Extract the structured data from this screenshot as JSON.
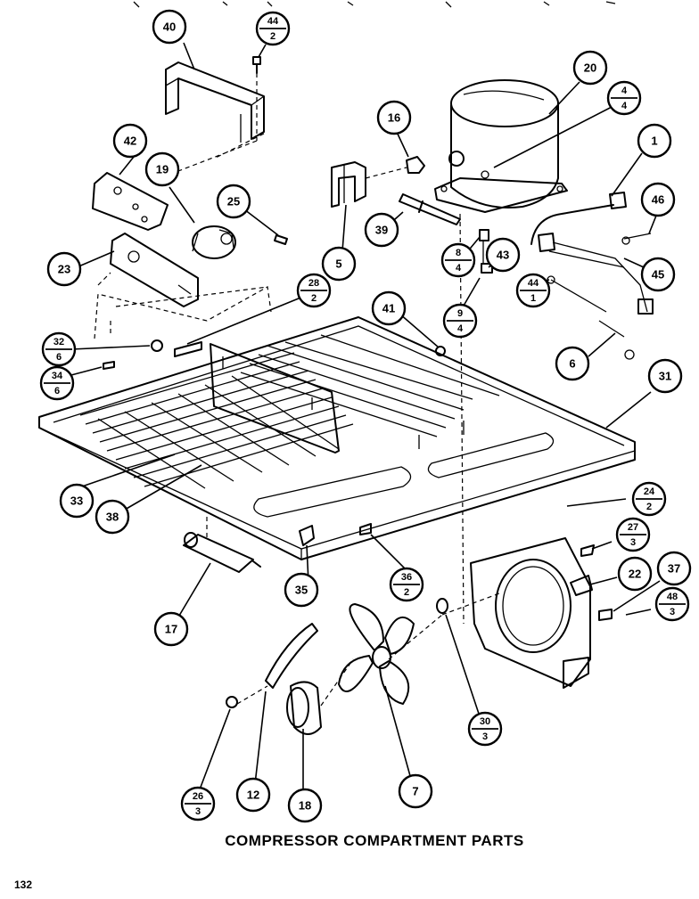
{
  "title": "COMPRESSOR COMPARTMENT PARTS",
  "page_number": "132",
  "callouts": [
    {
      "id": "c40",
      "label": "40"
    },
    {
      "id": "c44-2",
      "label": "44",
      "sub": "2"
    },
    {
      "id": "c42",
      "label": "42"
    },
    {
      "id": "c19",
      "label": "19"
    },
    {
      "id": "c25",
      "label": "25"
    },
    {
      "id": "c23",
      "label": "23"
    },
    {
      "id": "c16",
      "label": "16"
    },
    {
      "id": "c20",
      "label": "20"
    },
    {
      "id": "c4-4",
      "label": "4",
      "sub": "4"
    },
    {
      "id": "c1",
      "label": "1"
    },
    {
      "id": "c46",
      "label": "46"
    },
    {
      "id": "c5",
      "label": "5"
    },
    {
      "id": "c39",
      "label": "39"
    },
    {
      "id": "c8-4",
      "label": "8",
      "sub": "4"
    },
    {
      "id": "c43",
      "label": "43"
    },
    {
      "id": "c44-1",
      "label": "44",
      "sub": "1"
    },
    {
      "id": "c45",
      "label": "45"
    },
    {
      "id": "c28-2",
      "label": "28",
      "sub": "2"
    },
    {
      "id": "c41",
      "label": "41"
    },
    {
      "id": "c9-4",
      "label": "9",
      "sub": "4"
    },
    {
      "id": "c32-6",
      "label": "32",
      "sub": "6"
    },
    {
      "id": "c34-6",
      "label": "34",
      "sub": "6"
    },
    {
      "id": "c6",
      "label": "6"
    },
    {
      "id": "c31",
      "label": "31"
    },
    {
      "id": "c33",
      "label": "33"
    },
    {
      "id": "c38",
      "label": "38"
    },
    {
      "id": "c24-2",
      "label": "24",
      "sub": "2"
    },
    {
      "id": "c27-3",
      "label": "27",
      "sub": "3"
    },
    {
      "id": "c22",
      "label": "22"
    },
    {
      "id": "c37",
      "label": "37"
    },
    {
      "id": "c48-3",
      "label": "48",
      "sub": "3"
    },
    {
      "id": "c36-2",
      "label": "36",
      "sub": "2"
    },
    {
      "id": "c17",
      "label": "17"
    },
    {
      "id": "c35",
      "label": "35"
    },
    {
      "id": "c30-3",
      "label": "30",
      "sub": "3"
    },
    {
      "id": "c26-3",
      "label": "26",
      "sub": "3"
    },
    {
      "id": "c12",
      "label": "12"
    },
    {
      "id": "c18",
      "label": "18"
    },
    {
      "id": "c7",
      "label": "7"
    }
  ]
}
